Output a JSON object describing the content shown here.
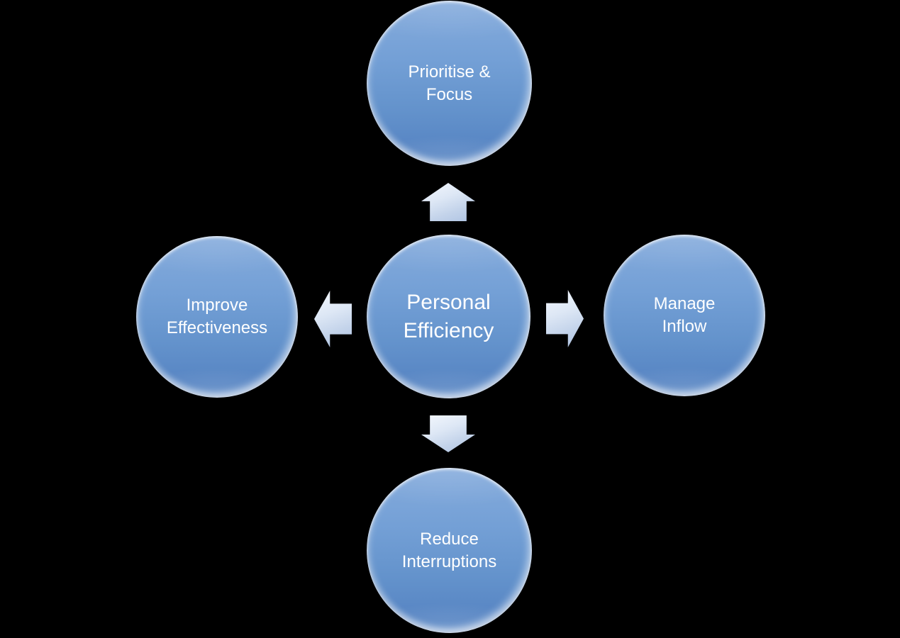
{
  "diagram": {
    "background_color": "#000000",
    "text_color": "#ffffff",
    "node_fill_top": "#85abdc",
    "node_fill_bottom": "#4f7fc0",
    "arrow_fill_light": "#f4f8fd",
    "arrow_fill_dark": "#aec3e3",
    "center": {
      "label": "Personal Efficiency",
      "lines": [
        "Personal",
        "Efficiency"
      ]
    },
    "nodes": [
      {
        "position": "top",
        "label": "Prioritise & Focus",
        "lines": [
          "Prioritise &",
          "Focus"
        ]
      },
      {
        "position": "left",
        "label": "Improve Effectiveness",
        "lines": [
          "Improve",
          "Effectiveness"
        ]
      },
      {
        "position": "right",
        "label": "Manage Inflow",
        "lines": [
          "Manage",
          "Inflow"
        ]
      },
      {
        "position": "bottom",
        "label": "Reduce Interruptions",
        "lines": [
          "Reduce",
          "Interruptions"
        ]
      }
    ]
  }
}
